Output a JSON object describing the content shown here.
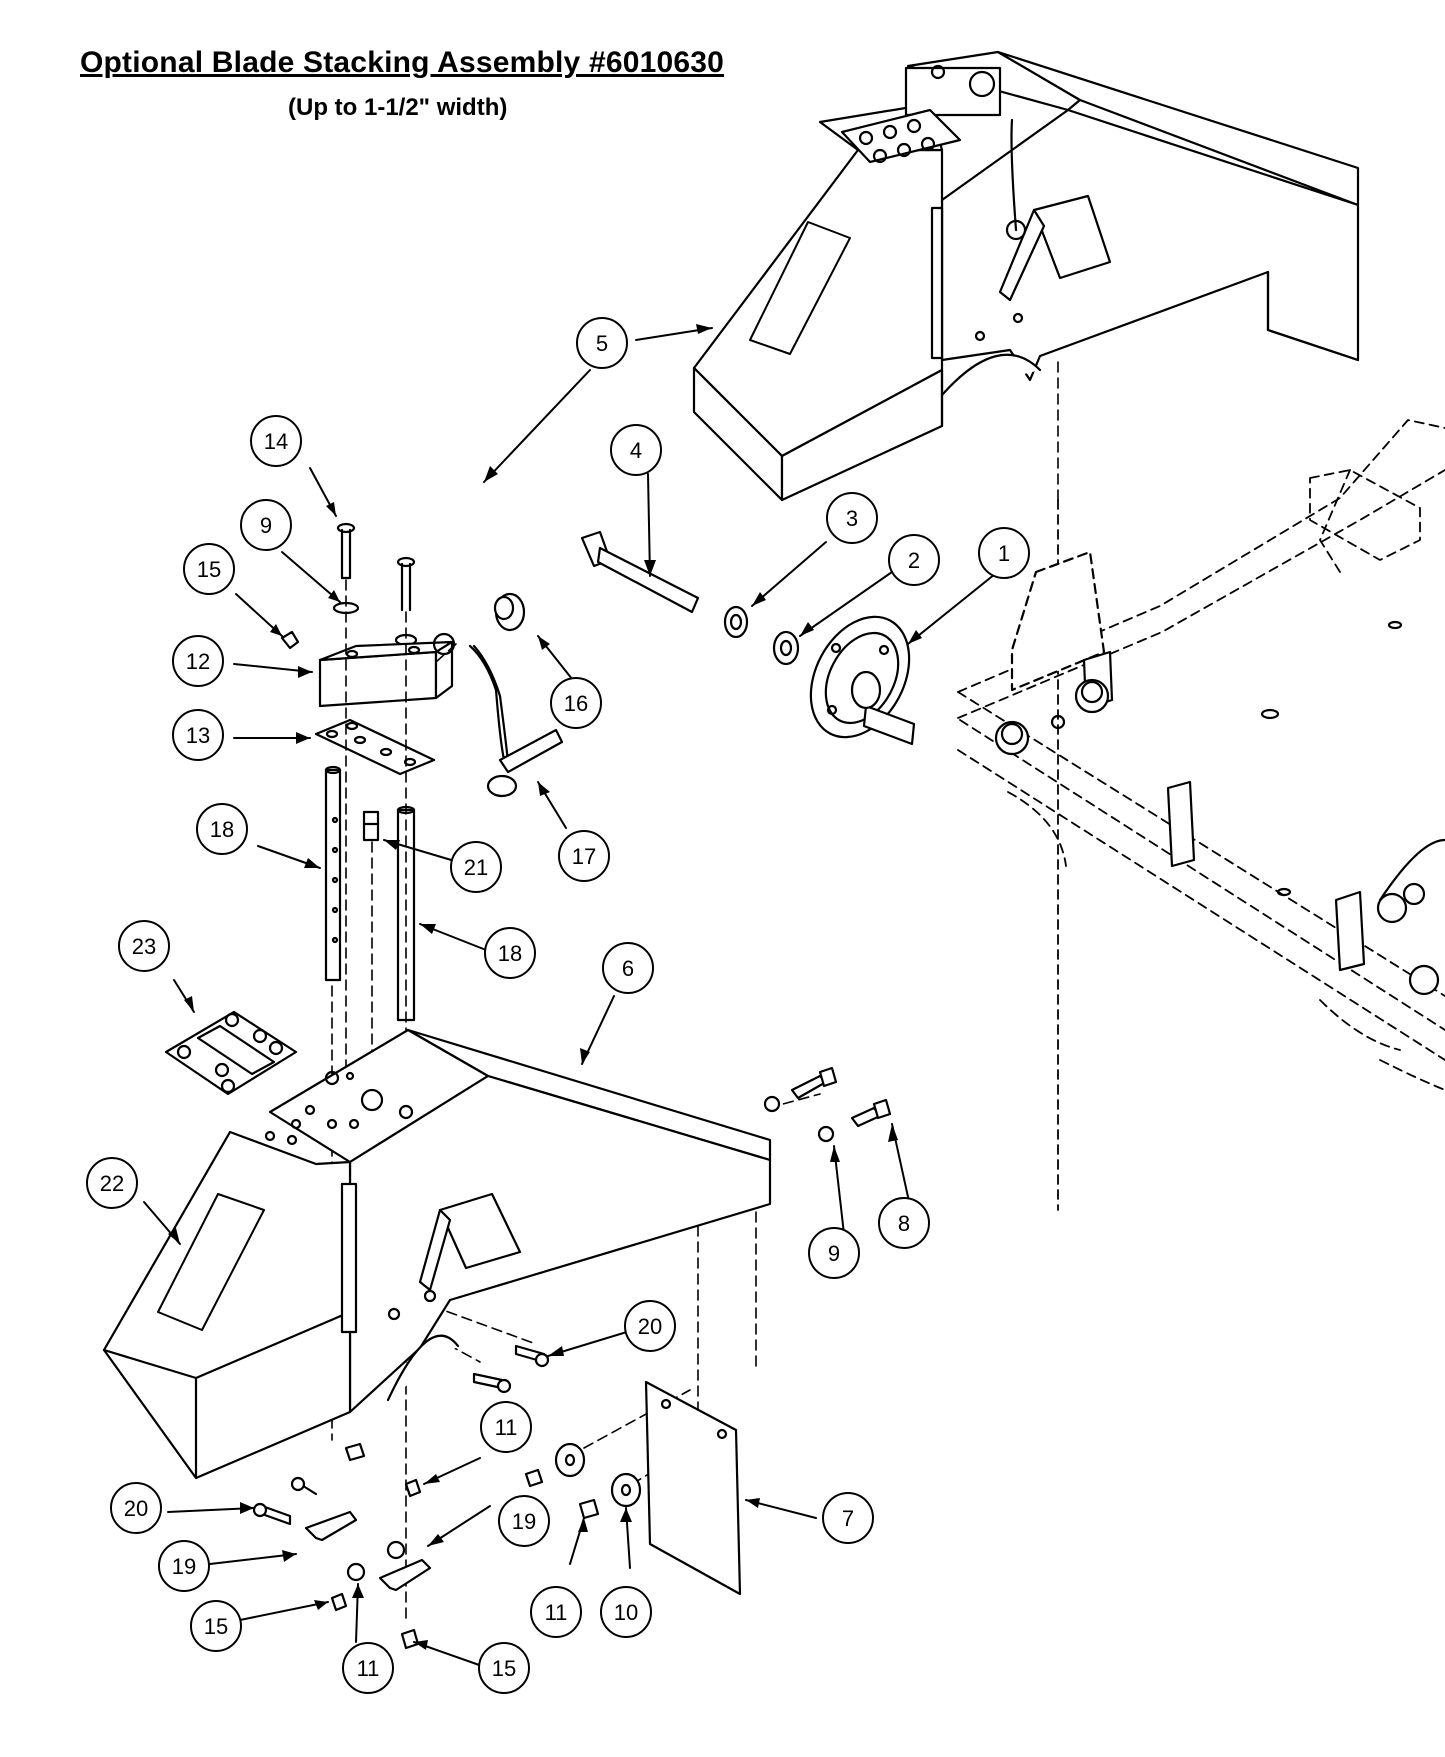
{
  "header": {
    "title": "Optional Blade Stacking Assembly #6010630",
    "subtitle": "(Up to 1-1/2\" width)"
  },
  "callouts": [
    "5",
    "14",
    "4",
    "9",
    "3",
    "2",
    "1",
    "15",
    "12",
    "16",
    "13",
    "17",
    "18",
    "21",
    "18",
    "23",
    "6",
    "22",
    "9",
    "8",
    "20",
    "11",
    "20",
    "19",
    "7",
    "19",
    "15",
    "11",
    "10",
    "11",
    "15"
  ]
}
